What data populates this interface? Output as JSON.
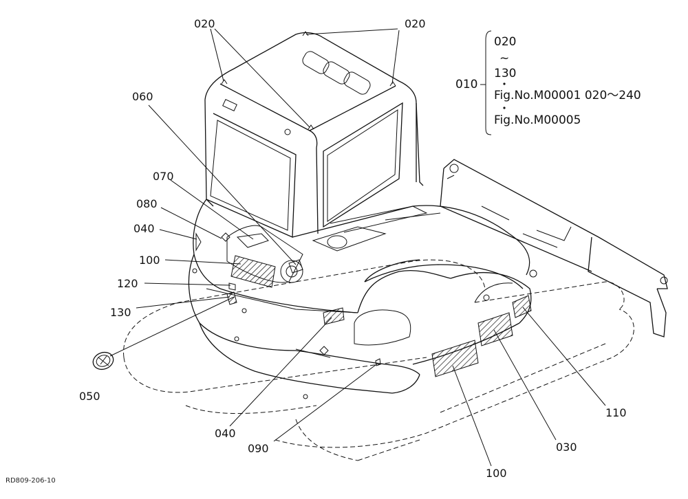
{
  "callouts": {
    "c020_left": "020",
    "c020_right": "020",
    "c060": "060",
    "c070": "070",
    "c080": "080",
    "c040_upper": "040",
    "c100_left": "100",
    "c120": "120",
    "c130": "130",
    "c050": "050",
    "c040_lower": "040",
    "c090": "090",
    "c100_bottom": "100",
    "c030": "030",
    "c110": "110"
  },
  "legend": {
    "parent": "010",
    "range_start": "020",
    "tilde": "~",
    "range_end": "130",
    "ref1": "Fig.No.M00001  020～240",
    "ref2": "Fig.No.M00005"
  },
  "doc_id": "RD809-206-10"
}
